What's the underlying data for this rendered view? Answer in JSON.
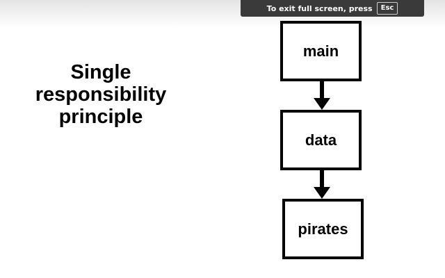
{
  "fullscreen_notice": {
    "text": "To exit full screen, press",
    "key": "Esc"
  },
  "slide": {
    "title_lines": [
      "Single",
      "responsibility",
      "principle"
    ]
  },
  "diagram": {
    "boxes": [
      "main",
      "data",
      "pirates"
    ]
  }
}
